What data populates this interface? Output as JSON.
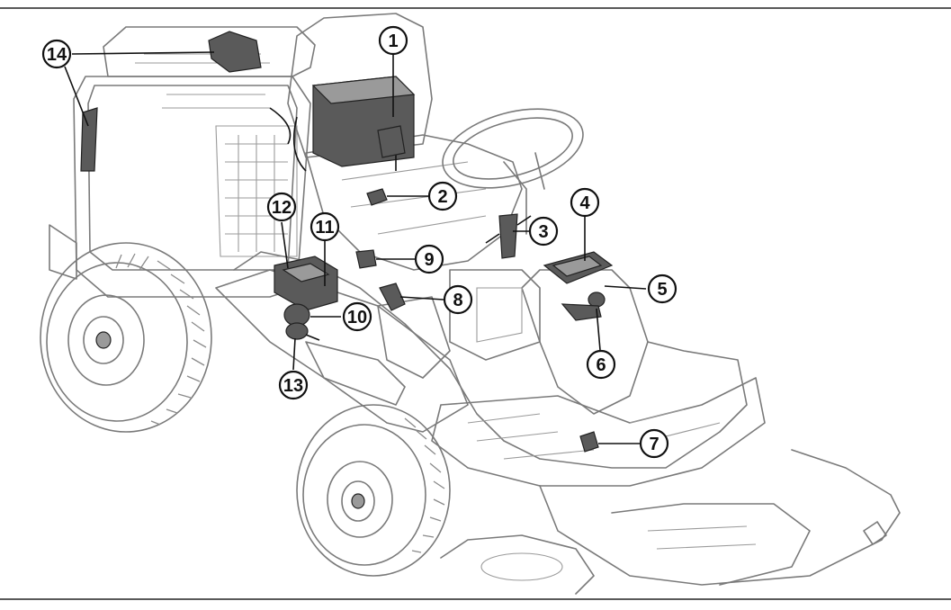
{
  "callouts": [
    {
      "id": "1",
      "label": "1"
    },
    {
      "id": "2",
      "label": "2"
    },
    {
      "id": "3",
      "label": "3"
    },
    {
      "id": "4",
      "label": "4"
    },
    {
      "id": "5",
      "label": "5"
    },
    {
      "id": "6",
      "label": "6"
    },
    {
      "id": "7",
      "label": "7"
    },
    {
      "id": "8",
      "label": "8"
    },
    {
      "id": "9",
      "label": "9"
    },
    {
      "id": "10",
      "label": "10"
    },
    {
      "id": "11",
      "label": "11"
    },
    {
      "id": "12",
      "label": "12"
    },
    {
      "id": "13",
      "label": "13"
    },
    {
      "id": "14",
      "label": "14"
    }
  ],
  "colors": {
    "line": "#7a7a7a",
    "component": "#5a5a5a",
    "callout": "#111111",
    "background": "#ffffff"
  }
}
